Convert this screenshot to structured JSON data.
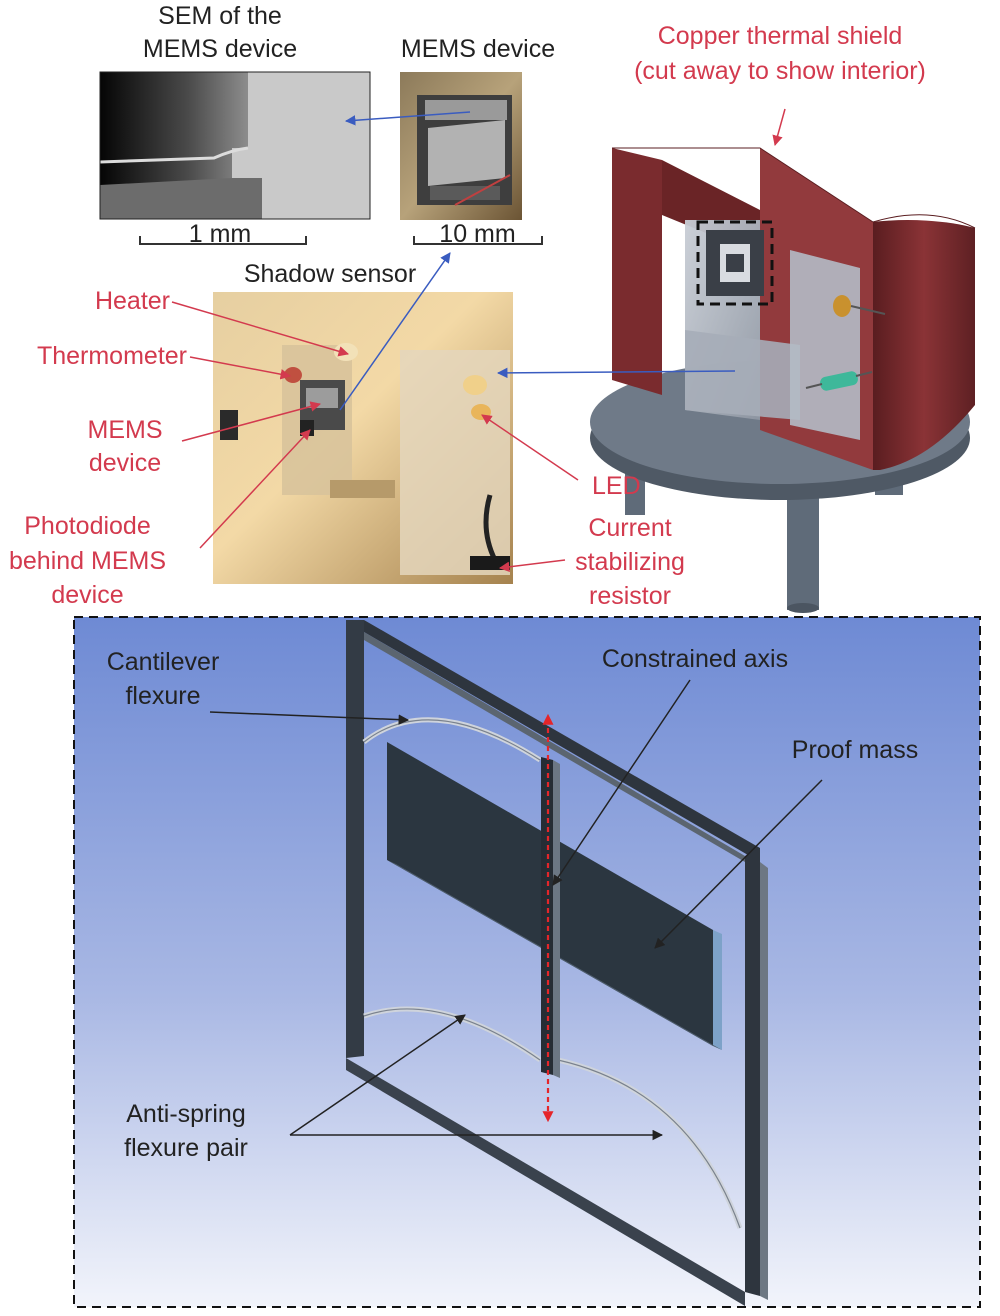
{
  "colors": {
    "label_red": "#d33a4e",
    "label_black": "#222222",
    "blue_arrow": "#3a5cc0",
    "red_arrow": "#e5252a",
    "copper": "#7a2b2e",
    "base_plate": "#5f6b79",
    "proof_mass": "#2b3640",
    "panel_top": "#6e8ad4",
    "panel_bottom": "#f2f4fb"
  },
  "top": {
    "sem_title_line1": "SEM of the",
    "sem_title_line2": "MEMS device",
    "mems_title": "MEMS device",
    "scale_1mm": "1 mm",
    "scale_10mm": "10 mm",
    "shadow_sensor": "Shadow sensor",
    "copper_line1": "Copper thermal shield",
    "copper_line2": "(cut away to show interior)",
    "heater": "Heater",
    "thermometer": "Thermometer",
    "mems_line1": "MEMS",
    "mems_line2": "device",
    "photodiode_line1": "Photodiode",
    "photodiode_line2": "behind MEMS",
    "photodiode_line3": "device",
    "led": "LED",
    "resistor_line1": "Current",
    "resistor_line2": "stabilizing",
    "resistor_line3": "resistor"
  },
  "panel": {
    "cantilever_line1": "Cantilever",
    "cantilever_line2": "flexure",
    "constrained_axis": "Constrained axis",
    "proof_mass": "Proof mass",
    "antispring_line1": "Anti-spring",
    "antispring_line2": "flexure pair"
  }
}
